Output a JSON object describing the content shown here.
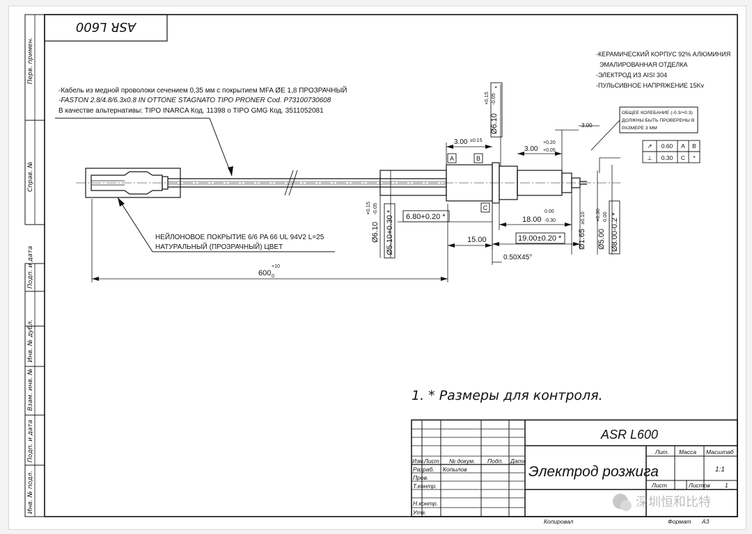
{
  "top_code": "ASR L600",
  "side_labels": [
    "Перв. примен.",
    "Справ. №",
    "Подп. и дата",
    "Инв. № дубл.",
    "Взам. инв. №",
    "Подп. и дата",
    "Инв. № подл."
  ],
  "cable_note": [
    "-Кабель из медной проволоки сечением 0,35 мм с покрытием MFA ØE 1,8 ПРОЗРАЧНЫЙ",
    "-FASTON 2.8/4.8/6.3x0.8 IN OTTONE STAGNATO TIPO PRONER Cod. P73100730608",
    "В качестве альтернативы: TIPO INARCA Код. 11398 o TIPO GMG Код. 3511052081"
  ],
  "spec_notes": [
    "-КЕРАМИЧЕСКИЙ КОРПУС 92% АЛЮМИНИЯ",
    "ЭМАЛИРОВАННАЯ ОТДЕЛКА",
    "-ЭЛЕКТРОД ИЗ AISI 304",
    "-ПУЛЬСИВНОЕ НАПРЯЖЕНИЕ 15Kv"
  ],
  "runout_note": [
    "ОБЩЕЕ КОЛЕБАНИЕ (-0.3/+0.3)",
    "ДОЛЖНЫ БЫТЬ ПРОВЕРЕНЫ В",
    "РАЗМЕРЕ 3 ММ"
  ],
  "nylon_note": [
    "НЕЙЛОНОВОЕ ПОКРЫТИЕ 6/6 PA 66 UL 94V2 L=25",
    "НАТУРАЛЬНЫЙ (ПРОЗРАЧНЫЙ) ЦВЕТ"
  ],
  "dims": {
    "d_top_6_10": "Ø6.10",
    "d_top_tol_up": "+0.15",
    "d_top_tol_dn": "-0.05",
    "d_top_star": "*",
    "len_3_00_a": "3.00",
    "len_3_00_a_tol": "±0.15",
    "len_3_00_b": "3.00",
    "len_3_00_b_up": "+0.20",
    "len_3_00_b_dn": "+0.05",
    "len_3_00_c": "3.00",
    "datum_a": "A",
    "datum_b": "B",
    "datum_c": "C",
    "tol_runout_value": "0.60",
    "tol_runout_ref1": "A",
    "tol_runout_ref2": "B",
    "tol_perp_value": "0.30",
    "tol_perp_ref1": "C",
    "tol_perp_ref2": "*",
    "d_6_10": "Ø6.10",
    "d_6_10_up": "+0.15",
    "d_6_10_dn": "-0.05",
    "d_5_10": "Ø5.10+0.30 *",
    "len_6_80": "6.80+0.20 *",
    "len_18_00": "18.00",
    "len_18_00_up": "0.00",
    "len_18_00_dn": "-0.30",
    "len_15_00": "15.00",
    "len_19_00": "19.00±0.20 *",
    "d_1_65": "Ø1.65",
    "d_1_65_tol": "±0.10",
    "d_5_00": "Ø5.00",
    "d_5_00_up": "+0.30",
    "d_5_00_dn": "0.00",
    "d_8_00": "Ø8.00-0.2 *",
    "chamfer": "0.50X45°",
    "len_600": "600",
    "len_600_up": "+10",
    "len_600_dn": "0"
  },
  "control_note": "1. * Размеры для контроля.",
  "title_block": {
    "designation": "ASR L600",
    "name": "Электрод розжига",
    "col_headers": [
      "Изм.",
      "Лист",
      "№ докум.",
      "Подп.",
      "Дата"
    ],
    "row_labels": [
      "Разраб.",
      "Пров.",
      "Т.контр.",
      "",
      "Н.контр.",
      "Утв."
    ],
    "developer": "Копылов",
    "lit_label": "Лит.",
    "mass_label": "Масса",
    "scale_label": "Масштаб",
    "scale_value": "1:1",
    "sheet_label": "Лист",
    "sheets_label": "Листов",
    "sheets_value": "1",
    "copied_label": "Копировал",
    "format_label": "Формат",
    "format_value": "A3"
  },
  "watermark": "深圳恒和比特"
}
